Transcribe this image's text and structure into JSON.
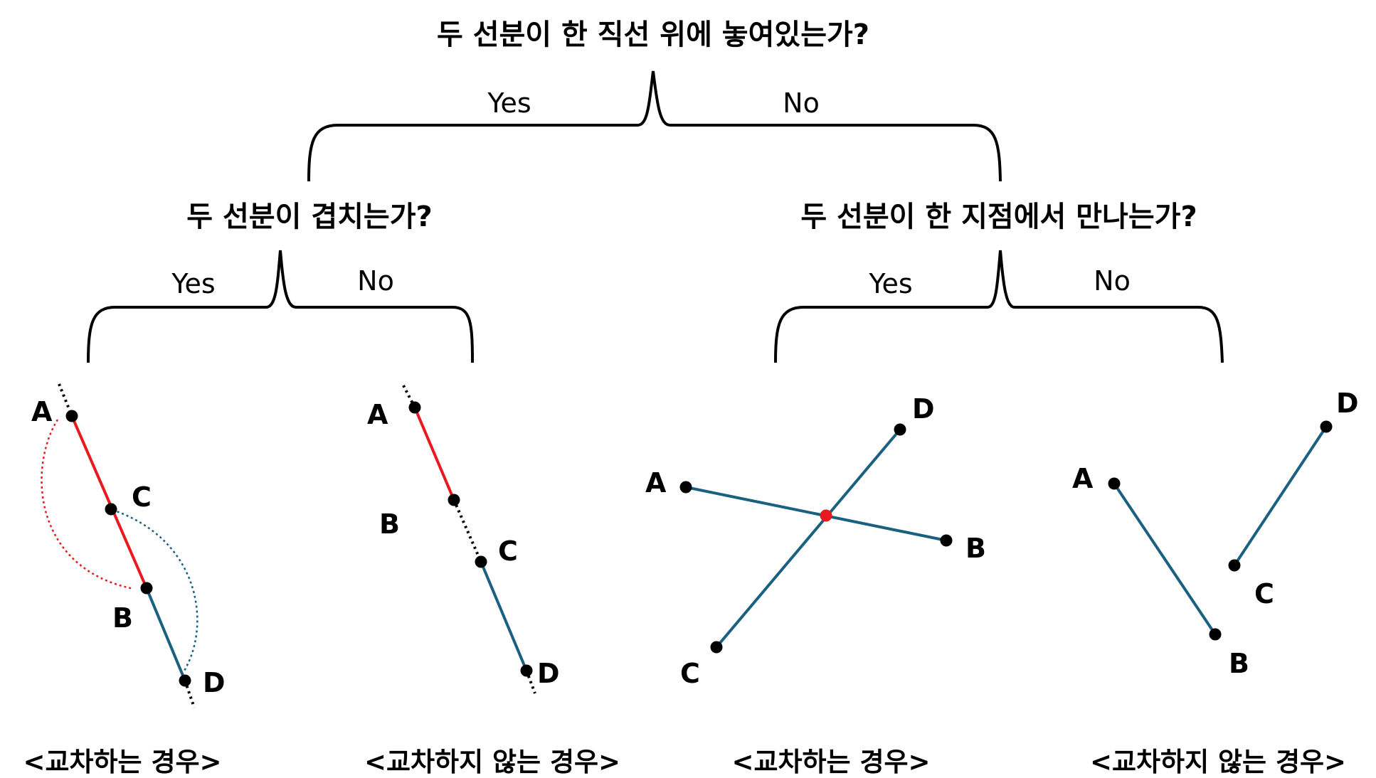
{
  "questions": {
    "root": "두 선분이 한 직선 위에 놓여있는가?",
    "left": "두 선분이 겹치는가?",
    "right": "두 선분이 한 지점에서 만나는가?"
  },
  "answers": {
    "yes": "Yes",
    "no": "No"
  },
  "points": {
    "a": "A",
    "b": "B",
    "c": "C",
    "d": "D"
  },
  "captions": {
    "intersect": "<교차하는 경우>",
    "no_intersect": "<교차하지 않는 경우>"
  },
  "colors": {
    "segment_ab_collinear": "#e8191f",
    "segment_cd": "#1a6080",
    "intersection_point": "#e8191f",
    "line": "#000000"
  }
}
